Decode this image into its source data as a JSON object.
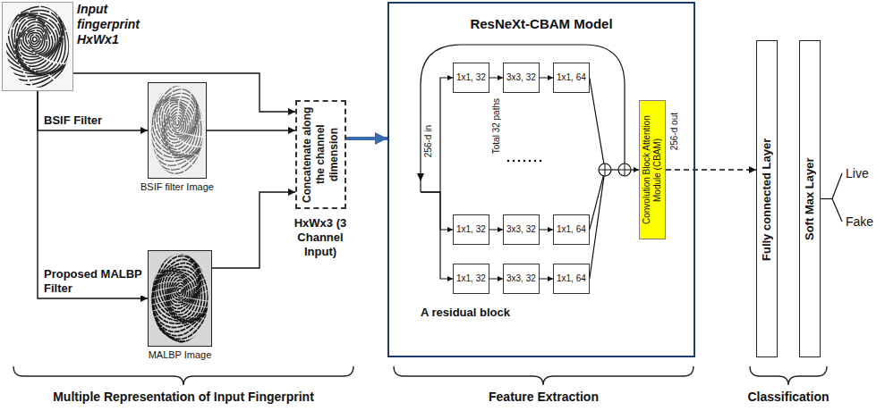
{
  "diagram": {
    "nodes": [
      {
        "text": [
          "Input fingerprint HxWx1"
        ]
      },
      {
        "text": [
          "BSIF filter Image"
        ]
      },
      {
        "text": [
          "MALBP Image"
        ]
      },
      {
        "text": [
          "Concatenate along the channel dimension"
        ]
      },
      {
        "text": [
          "ResNeXt-CBAM Model"
        ]
      },
      {
        "text": [
          "1x1, 32"
        ],
        "in": 4
      },
      {
        "text": [
          "3x3, 32"
        ],
        "in": 4
      },
      {
        "text": [
          "1x1, 64"
        ],
        "in": 4
      },
      {
        "text": [
          "1x1, 32"
        ],
        "in": 4
      },
      {
        "text": [
          "3x3, 32"
        ],
        "in": 4
      },
      {
        "text": [
          "1x1, 64"
        ],
        "in": 4
      },
      {
        "text": [
          "1x1, 32"
        ],
        "in": 4
      },
      {
        "text": [
          "3x3, 32"
        ],
        "in": 4
      },
      {
        "text": [
          "1x1, 64"
        ],
        "in": 4
      },
      {
        "text": [
          "Convolution Block Attention Module (CBAM)"
        ],
        "in": 4
      },
      {
        "text": [
          "Fully connected Layer"
        ]
      },
      {
        "text": [
          "Soft Max Layer"
        ]
      }
    ],
    "edges": [
      {
        "from": 0,
        "to": 1,
        "label": "BSIF Filter",
        "arrow": "to"
      },
      {
        "from": 0,
        "to": 2,
        "label": "Proposed MALBP Filter",
        "arrow": "to"
      },
      {
        "from": 0,
        "to": 3,
        "arrow": "to"
      },
      {
        "from": 1,
        "to": 3,
        "arrow": "to"
      },
      {
        "from": 2,
        "to": 3,
        "arrow": "to"
      },
      {
        "from": 3,
        "to": 4,
        "arrow": "to"
      },
      {
        "from": 5,
        "to": 6,
        "arrow": "to"
      },
      {
        "from": 6,
        "to": 7,
        "arrow": "to"
      },
      {
        "from": 8,
        "to": 9,
        "arrow": "to"
      },
      {
        "from": 9,
        "to": 10,
        "arrow": "to"
      },
      {
        "from": 11,
        "to": 12,
        "arrow": "to"
      },
      {
        "from": 12,
        "to": 13,
        "arrow": "to"
      },
      {
        "from": 14,
        "to": 15,
        "arrow": "to"
      }
    ],
    "labels": [
      "HxWx3 (3 Channel Input)",
      "256-d in",
      "Total 32 paths",
      "A residual block",
      "256-d out",
      "Live",
      "Fake",
      "Multiple Representation of Input Fingerprint",
      "Feature Extraction",
      "Classification"
    ]
  }
}
